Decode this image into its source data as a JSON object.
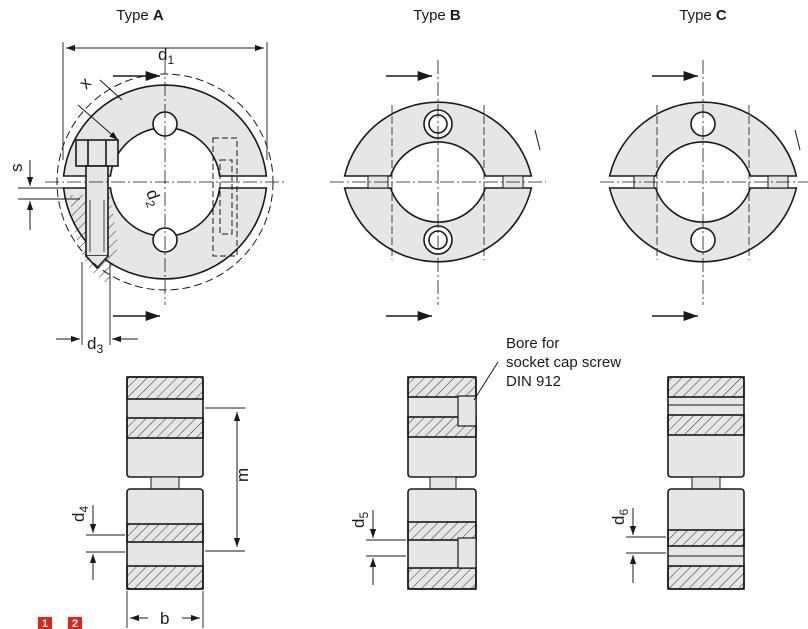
{
  "types": [
    {
      "prefix": "Type ",
      "letter": "A"
    },
    {
      "prefix": "Type ",
      "letter": "B"
    },
    {
      "prefix": "Type ",
      "letter": "C"
    }
  ],
  "dims": {
    "d1": {
      "main": "d",
      "sub": "1"
    },
    "d2": {
      "main": "d",
      "sub": "2"
    },
    "d3": {
      "main": "d",
      "sub": "3"
    },
    "d4": {
      "main": "d",
      "sub": "4"
    },
    "d5": {
      "main": "d",
      "sub": "5"
    },
    "d6": {
      "main": "d",
      "sub": "6"
    },
    "x": "x",
    "s": "s",
    "m": "m",
    "b": "b"
  },
  "note": {
    "line1": "Bore for",
    "line2": "socket cap screw",
    "line3": "DIN 912"
  },
  "badges": [
    {
      "text": "1",
      "color": "#e2231a"
    },
    {
      "text": "2",
      "color": "#e2231a"
    }
  ],
  "colors": {
    "line": "#1a1a1a",
    "fill": "#e6e6e6",
    "hatch": "#1a1a1a"
  }
}
